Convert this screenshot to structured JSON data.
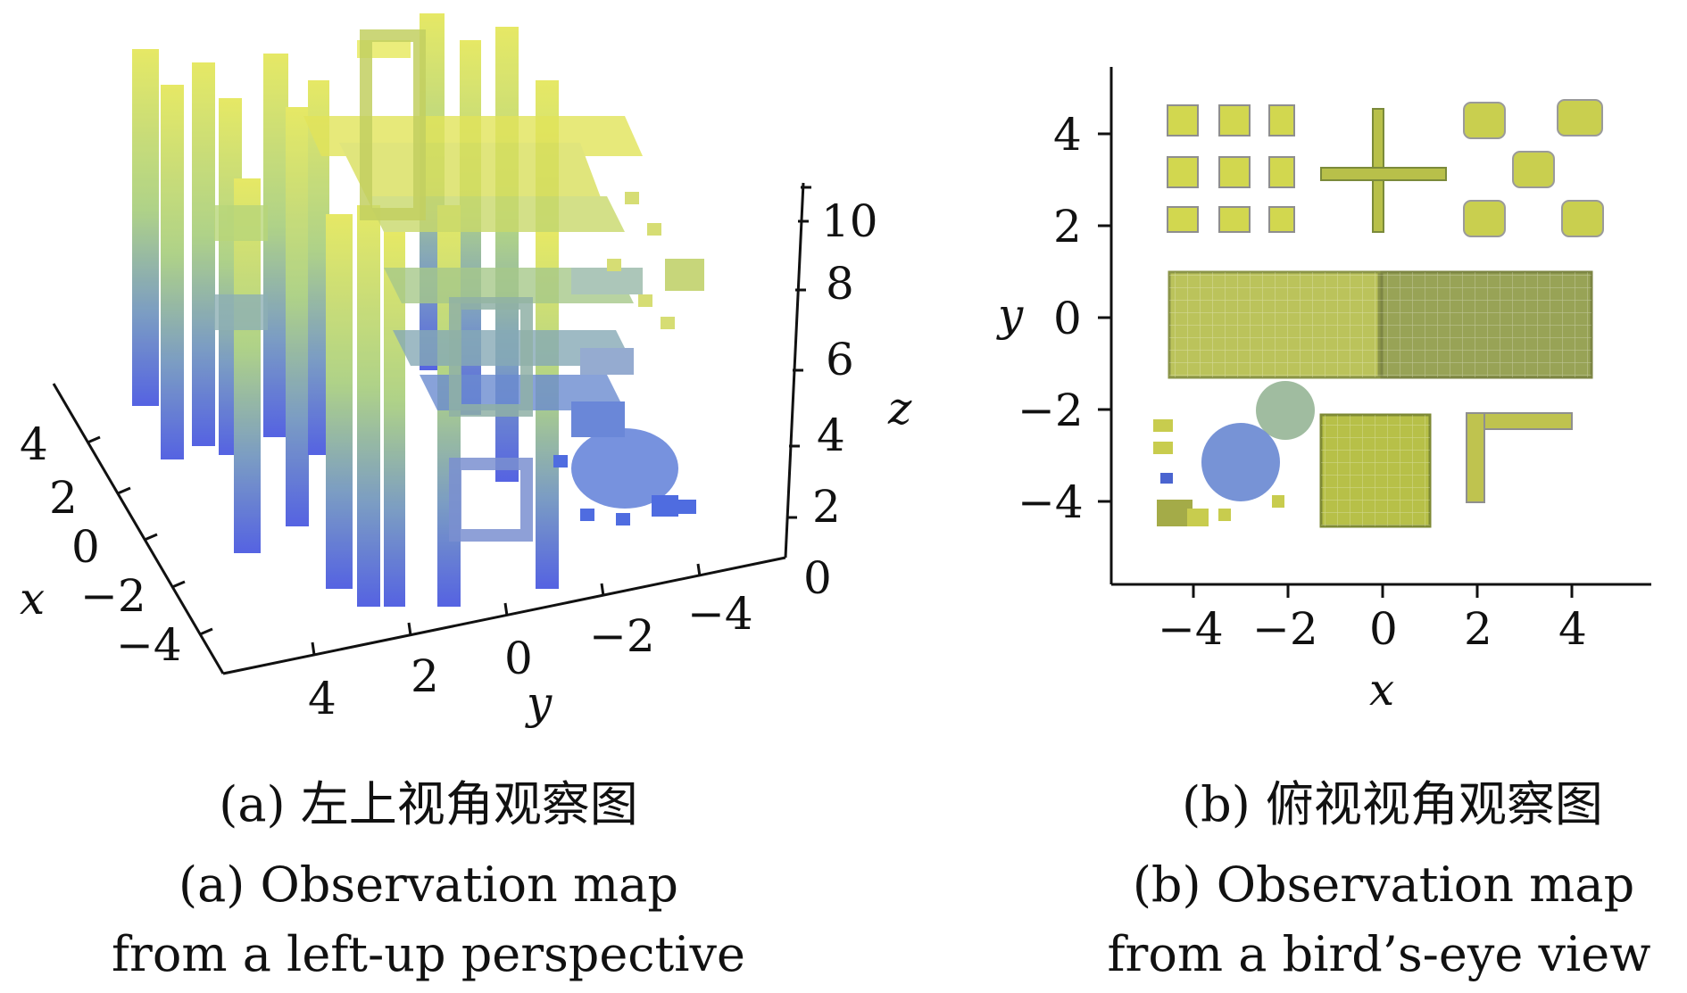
{
  "panel_a": {
    "x_ticks": [
      "4",
      "2",
      "0",
      "−2",
      "−4"
    ],
    "y_ticks": [
      "4",
      "2",
      "0",
      "−2",
      "−4"
    ],
    "z_ticks": [
      "10",
      "8",
      "6",
      "4",
      "2",
      "0"
    ],
    "x_label": "x",
    "y_label": "y",
    "z_label": "z",
    "caption_zh": "(a) 左上视角观察图",
    "caption_en_1": "(a) Observation map",
    "caption_en_2": "from a left-up perspective"
  },
  "panel_b": {
    "x_ticks": [
      "−4",
      "−2",
      "0",
      "2",
      "4"
    ],
    "y_ticks": [
      "4",
      "2",
      "0",
      "−2",
      "−4"
    ],
    "x_label": "x",
    "y_label": "y",
    "caption_zh": "(b) 俯视视角观察图",
    "caption_en_1": "(b) Observation map",
    "caption_en_2": "from a bird’s-eye view"
  },
  "colors": {
    "voxel_top": "#e6e85a",
    "voxel_mid": "#8fbf8c",
    "voxel_bottom": "#4b5fd6",
    "olive": "#a6ad3c",
    "grey_side": "#bdbdbd"
  }
}
